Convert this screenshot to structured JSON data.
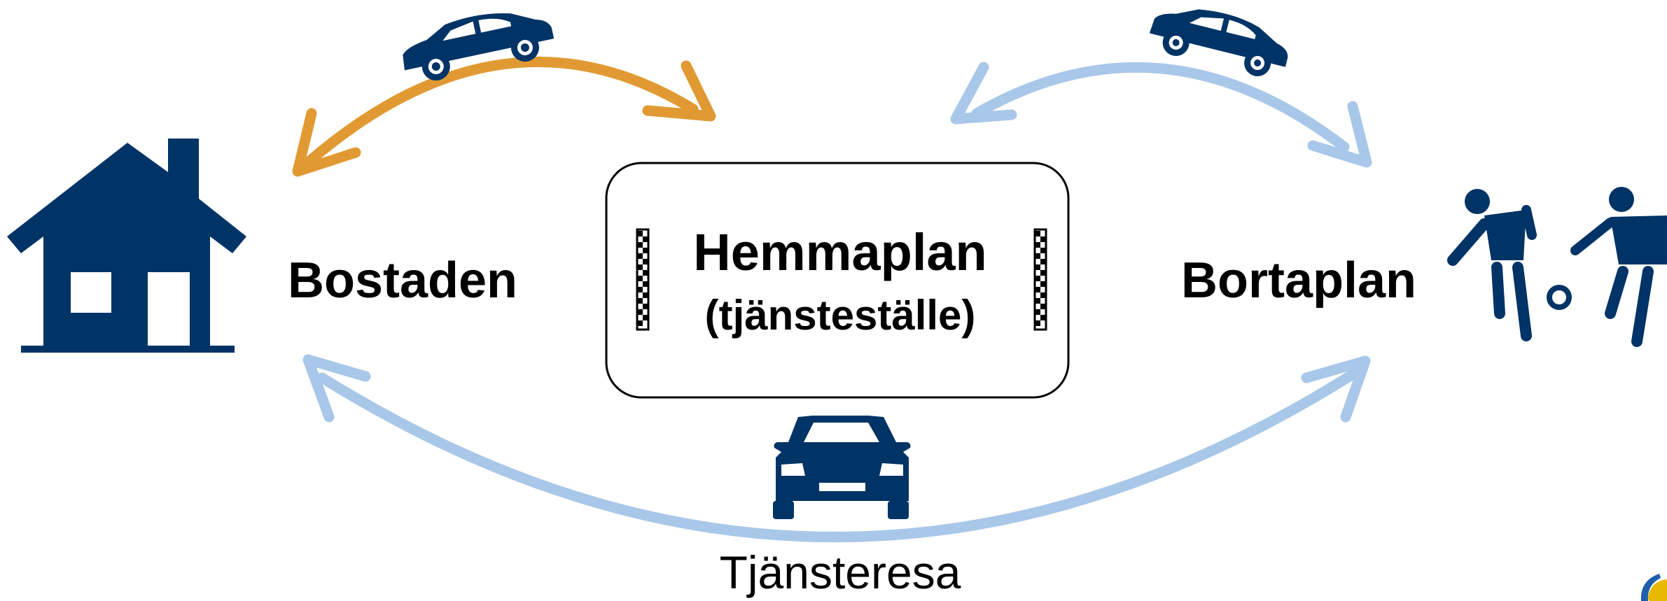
{
  "diagram": {
    "home_label": "Bostaden",
    "away_label": "Bortaplan",
    "center_title": "Hemmaplan",
    "center_subtitle": "(tjänsteställe)",
    "bottom_label": "Tjänsteresa"
  },
  "colors": {
    "navy": "#003366",
    "orange": "#E19A33",
    "light_blue": "#A9C7E8",
    "black": "#000000"
  }
}
